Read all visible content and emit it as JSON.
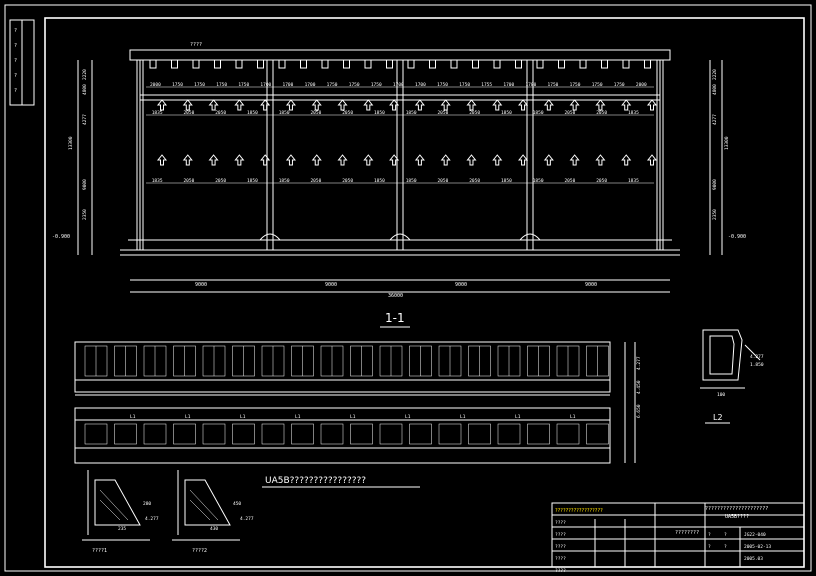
{
  "section": {
    "top_label": "????",
    "top_span_row_a": [
      "2000",
      "1750",
      "1750",
      "1750",
      "1750",
      "1700",
      "1700",
      "1700",
      "1750",
      "1750",
      "1750",
      "1700",
      "1700",
      "1750",
      "1750",
      "1755",
      "1700",
      "1700",
      "1750",
      "1750",
      "1750",
      "1750",
      "2000"
    ],
    "mid_row": [
      "1835",
      "2050",
      "2050",
      "1850",
      "1850",
      "2050",
      "2050",
      "1850",
      "1850",
      "2050",
      "2050",
      "1850",
      "1850",
      "2050",
      "2050",
      "1835"
    ],
    "low_row": [
      "1835",
      "2050",
      "2050",
      "1850",
      "1850",
      "2050",
      "2050",
      "1850",
      "1850",
      "2050",
      "2050",
      "1850",
      "1850",
      "2050",
      "2050",
      "1835"
    ],
    "bays": [
      "9000",
      "9000",
      "9000",
      "9000"
    ],
    "total": "36000",
    "left_dims": [
      "2220",
      "4800",
      "4277",
      "9000",
      "2350",
      "13300"
    ],
    "right_dims": [
      "2220",
      "4800",
      "4277",
      "13300",
      "9000",
      "2350"
    ],
    "level_left": "-0.900",
    "level_right": "-0.900",
    "title": "1-1"
  },
  "plan": {
    "dims_right": [
      "4.277",
      "4.450",
      "6.650"
    ],
    "labels": [
      "L1",
      "L1",
      "L1",
      "L1",
      "L1",
      "L1",
      "L1",
      "L1",
      "L1"
    ]
  },
  "detail": {
    "title": "L2",
    "labels": [
      "4.277",
      "1.850",
      "100"
    ]
  },
  "note": "UA5B????????????????",
  "details": [
    {
      "title": "????1",
      "labels": [
        "4.277",
        "280",
        "235"
      ]
    },
    {
      "title": "????2",
      "labels": [
        "4.277",
        "450",
        "430"
      ]
    }
  ],
  "titleblock": {
    "company": "??????????????????",
    "project": "?????????????????????",
    "drawing": "UA5B????",
    "drawing_title": "????????",
    "rows": [
      "????",
      "????",
      "????",
      "????",
      "????"
    ],
    "codes": [
      "JG22-040",
      "2005-02-13",
      "2005.03"
    ],
    "small": [
      "?",
      "?",
      "?",
      "?"
    ]
  },
  "sidebar": [
    "?",
    "?",
    "?",
    "?",
    "?"
  ]
}
